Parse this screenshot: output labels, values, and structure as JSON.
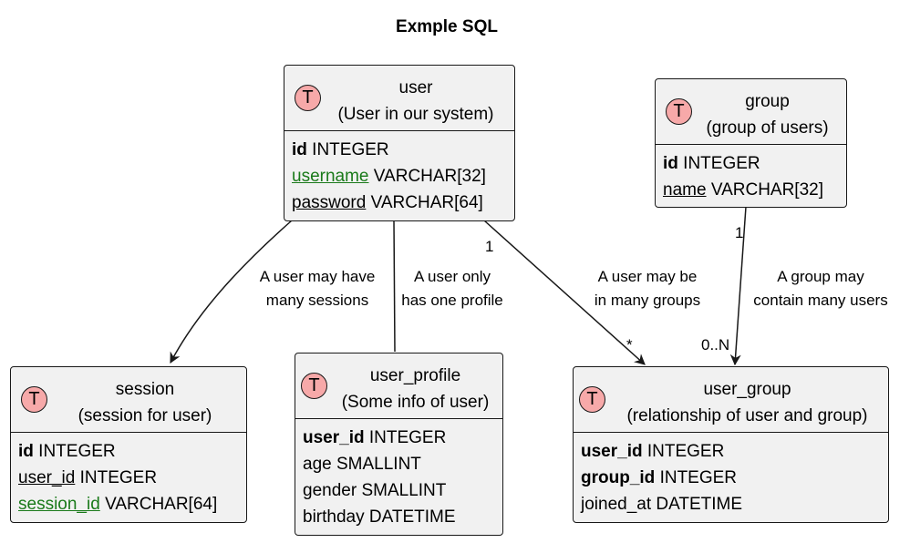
{
  "title": "Exmple SQL",
  "entities": {
    "user": {
      "name": "user",
      "subtitle": "(User in our system)",
      "badge": "T",
      "fields": [
        {
          "name": "id",
          "type": "INTEGER",
          "style": "bold"
        },
        {
          "name": "username",
          "type": "VARCHAR[32]",
          "style": "green-underline"
        },
        {
          "name": "password",
          "type": "VARCHAR[64]",
          "style": "underline"
        }
      ]
    },
    "group": {
      "name": "group",
      "subtitle": "(group of users)",
      "badge": "T",
      "fields": [
        {
          "name": "id",
          "type": "INTEGER",
          "style": "bold"
        },
        {
          "name": "name",
          "type": "VARCHAR[32]",
          "style": "underline"
        }
      ]
    },
    "session": {
      "name": "session",
      "subtitle": "(session for user)",
      "badge": "T",
      "fields": [
        {
          "name": "id",
          "type": "INTEGER",
          "style": "bold"
        },
        {
          "name": "user_id",
          "type": "INTEGER",
          "style": "underline"
        },
        {
          "name": "session_id",
          "type": "VARCHAR[64]",
          "style": "green-underline"
        }
      ]
    },
    "user_profile": {
      "name": "user_profile",
      "subtitle": "(Some info of user)",
      "badge": "T",
      "fields": [
        {
          "name": "user_id",
          "type": "INTEGER",
          "style": "bold"
        },
        {
          "name": "age",
          "type": "SMALLINT",
          "style": "plain"
        },
        {
          "name": "gender",
          "type": "SMALLINT",
          "style": "plain"
        },
        {
          "name": "birthday",
          "type": "DATETIME",
          "style": "plain"
        }
      ]
    },
    "user_group": {
      "name": "user_group",
      "subtitle": "(relationship of user and group)",
      "badge": "T",
      "fields": [
        {
          "name": "user_id",
          "type": "INTEGER",
          "style": "bold"
        },
        {
          "name": "group_id",
          "type": "INTEGER",
          "style": "bold"
        },
        {
          "name": "joined_at",
          "type": "DATETIME",
          "style": "plain"
        }
      ]
    }
  },
  "relations": {
    "user_session": {
      "line1": "A user may have",
      "line2": "many sessions"
    },
    "user_profile": {
      "line1": "A user only",
      "line2": "has one profile"
    },
    "user_group": {
      "line1": "A user may be",
      "line2": "in many groups",
      "from_mult": "1",
      "to_mult": "*"
    },
    "group_user_group": {
      "line1": "A group may",
      "line2": "contain many users",
      "from_mult": "1",
      "to_mult": "0..N"
    }
  },
  "colors": {
    "entity_fill": "#f1f1f1",
    "badge_fill": "#f7a9a9",
    "key_green": "#1a7a1a",
    "border": "#181818"
  }
}
